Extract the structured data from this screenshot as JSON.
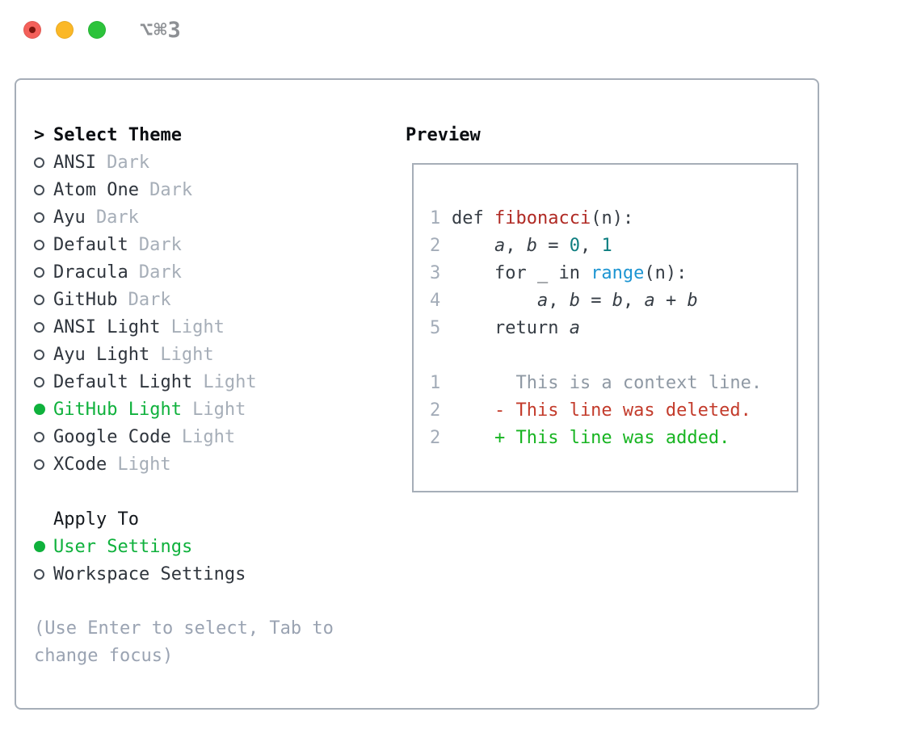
{
  "window": {
    "title": "⌥⌘3",
    "controls": [
      {
        "name": "close"
      },
      {
        "name": "minimize"
      },
      {
        "name": "maximize"
      }
    ]
  },
  "theme_picker": {
    "header": "Select Theme",
    "cursor": ">",
    "themes": [
      {
        "label": "ANSI",
        "variant": "Dark",
        "selected": false
      },
      {
        "label": "Atom One",
        "variant": "Dark",
        "selected": false
      },
      {
        "label": "Ayu",
        "variant": "Dark",
        "selected": false
      },
      {
        "label": "Default",
        "variant": "Dark",
        "selected": false
      },
      {
        "label": "Dracula",
        "variant": "Dark",
        "selected": false
      },
      {
        "label": "GitHub",
        "variant": "Dark",
        "selected": false
      },
      {
        "label": "ANSI Light",
        "variant": "Light",
        "selected": false
      },
      {
        "label": "Ayu Light",
        "variant": "Light",
        "selected": false
      },
      {
        "label": "Default Light",
        "variant": "Light",
        "selected": false
      },
      {
        "label": "GitHub Light",
        "variant": "Light",
        "selected": true
      },
      {
        "label": "Google Code",
        "variant": "Light",
        "selected": false
      },
      {
        "label": "XCode",
        "variant": "Light",
        "selected": false
      }
    ],
    "apply_to": {
      "header": "Apply To",
      "options": [
        {
          "label": "User Settings",
          "selected": true
        },
        {
          "label": "Workspace Settings",
          "selected": false
        }
      ]
    },
    "hint": "(Use Enter to select, Tab to change focus)"
  },
  "preview": {
    "header": "Preview",
    "lines": [
      {
        "num": "1",
        "tokens": [
          {
            "t": "def ",
            "c": "d"
          },
          {
            "t": "fibonacci",
            "c": "red"
          },
          {
            "t": "(n):",
            "c": "d"
          }
        ]
      },
      {
        "num": "2",
        "tokens": [
          {
            "t": "    ",
            "c": "d"
          },
          {
            "t": "a",
            "c": "v"
          },
          {
            "t": ", ",
            "c": "d"
          },
          {
            "t": "b",
            "c": "v"
          },
          {
            "t": " = ",
            "c": "d"
          },
          {
            "t": "0",
            "c": "teal"
          },
          {
            "t": ", ",
            "c": "d"
          },
          {
            "t": "1",
            "c": "teal"
          }
        ]
      },
      {
        "num": "3",
        "tokens": [
          {
            "t": "    for _ in ",
            "c": "d"
          },
          {
            "t": "range",
            "c": "blue"
          },
          {
            "t": "(n):",
            "c": "d"
          }
        ]
      },
      {
        "num": "4",
        "tokens": [
          {
            "t": "        ",
            "c": "d"
          },
          {
            "t": "a",
            "c": "v"
          },
          {
            "t": ", ",
            "c": "d"
          },
          {
            "t": "b",
            "c": "v"
          },
          {
            "t": " = ",
            "c": "d"
          },
          {
            "t": "b",
            "c": "v"
          },
          {
            "t": ", ",
            "c": "d"
          },
          {
            "t": "a",
            "c": "v"
          },
          {
            "t": " + ",
            "c": "d"
          },
          {
            "t": "b",
            "c": "v"
          }
        ]
      },
      {
        "num": "5",
        "tokens": [
          {
            "t": "    return ",
            "c": "d"
          },
          {
            "t": "a",
            "c": "v"
          }
        ]
      },
      {
        "num": "",
        "tokens": []
      },
      {
        "num": "1",
        "tokens": [
          {
            "t": "      This is a context line.",
            "c": "ctx"
          }
        ]
      },
      {
        "num": "2",
        "tokens": [
          {
            "t": "    - This line was deleted.",
            "c": "del"
          }
        ]
      },
      {
        "num": "2",
        "tokens": [
          {
            "t": "    + This line was added.",
            "c": "add"
          }
        ]
      }
    ]
  },
  "colors": {
    "accent_green": "#0fb13c",
    "added_green": "#17b421",
    "deleted_red": "#c33b2b",
    "function_red": "#b02a24",
    "keyword_blue": "#1d95d2",
    "number_teal": "#0e7e80",
    "code_dark": "#363d45",
    "text_dark": "#2f353d",
    "muted_gray": "#a6aeb8",
    "hint_gray": "#9aa3b2",
    "context_gray": "#8f99a4",
    "line_number_gray": "#a3acb8",
    "border_gray": "#a6aeb8",
    "title_gray": "#8d9094",
    "traffic_red": "#f4605a",
    "traffic_yellow": "#fbb827",
    "traffic_green": "#2cc33b"
  }
}
